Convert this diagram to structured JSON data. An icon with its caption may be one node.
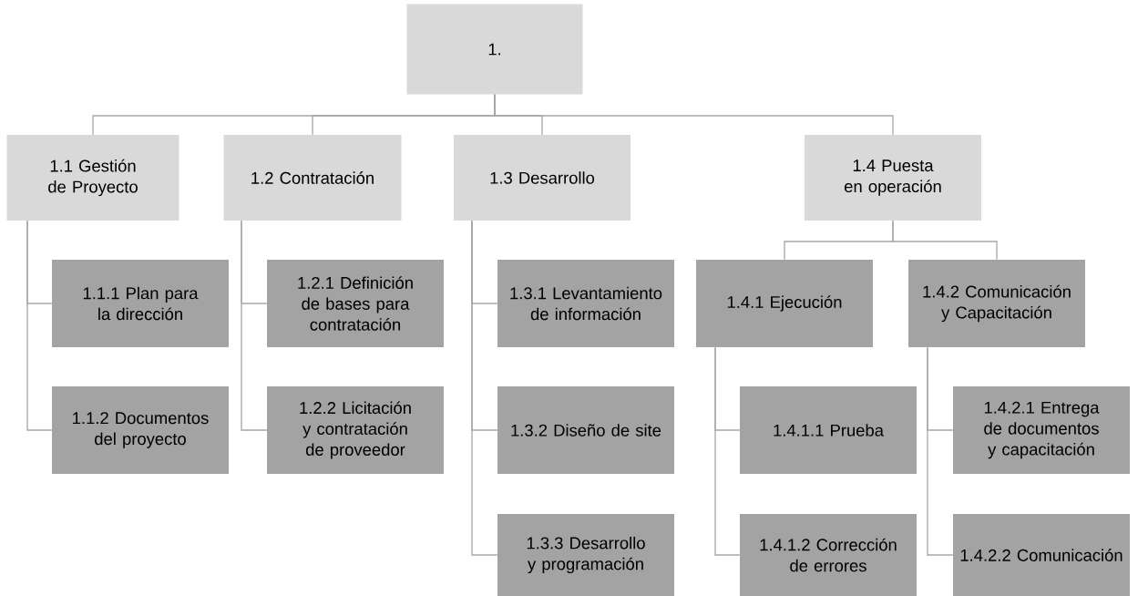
{
  "diagram": {
    "nodes": [
      {
        "text": [
          "1."
        ]
      },
      {
        "text": [
          "1.1 Gestión de Proyecto"
        ]
      },
      {
        "text": [
          "1.2 Contratación"
        ]
      },
      {
        "text": [
          "1.3 Desarrollo"
        ]
      },
      {
        "text": [
          "1.4 Puesta en operación"
        ]
      },
      {
        "text": [
          "1.1.1 Plan para la dirección"
        ]
      },
      {
        "text": [
          "1.1.2 Documentos del proyecto"
        ]
      },
      {
        "text": [
          "1.2.1 Definición de bases para contratación"
        ]
      },
      {
        "text": [
          "1.2.2 Licitación y contratación de proveedor"
        ]
      },
      {
        "text": [
          "1.3.1 Levantamiento de información"
        ]
      },
      {
        "text": [
          "1.3.2 Diseño de site"
        ]
      },
      {
        "text": [
          "1.3.3 Desarrollo y programación"
        ]
      },
      {
        "text": [
          "1.4.1 Ejecución"
        ]
      },
      {
        "text": [
          "1.4.2 Comunicación y Capacitación"
        ]
      },
      {
        "text": [
          "1.4.1.1 Prueba"
        ]
      },
      {
        "text": [
          "1.4.1.2 Corrección de errores"
        ]
      },
      {
        "text": [
          "1.4.2.1 Entrega de documentos y capacitación"
        ]
      },
      {
        "text": [
          "1.4.2.2 Comunicación"
        ]
      }
    ],
    "edges": [
      {
        "from": 0,
        "to": 1,
        "arrow": "none"
      },
      {
        "from": 0,
        "to": 2,
        "arrow": "none"
      },
      {
        "from": 0,
        "to": 3,
        "arrow": "none"
      },
      {
        "from": 0,
        "to": 4,
        "arrow": "none"
      },
      {
        "from": 1,
        "to": 5,
        "arrow": "none"
      },
      {
        "from": 1,
        "to": 6,
        "arrow": "none"
      },
      {
        "from": 2,
        "to": 7,
        "arrow": "none"
      },
      {
        "from": 2,
        "to": 8,
        "arrow": "none"
      },
      {
        "from": 3,
        "to": 9,
        "arrow": "none"
      },
      {
        "from": 3,
        "to": 10,
        "arrow": "none"
      },
      {
        "from": 3,
        "to": 11,
        "arrow": "none"
      },
      {
        "from": 4,
        "to": 12,
        "arrow": "none"
      },
      {
        "from": 4,
        "to": 13,
        "arrow": "none"
      },
      {
        "from": 12,
        "to": 14,
        "arrow": "none"
      },
      {
        "from": 12,
        "to": 15,
        "arrow": "none"
      },
      {
        "from": 13,
        "to": 16,
        "arrow": "none"
      },
      {
        "from": 13,
        "to": 17,
        "arrow": "none"
      }
    ]
  }
}
